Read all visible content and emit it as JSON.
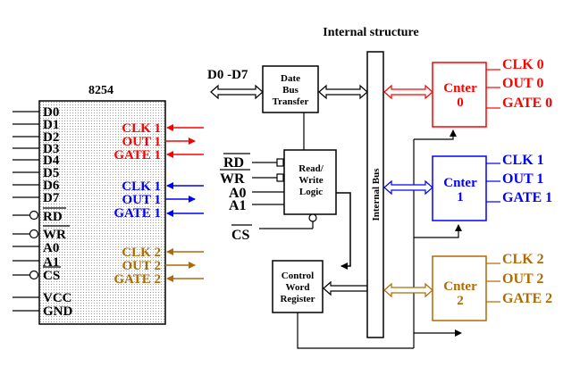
{
  "colors": {
    "black": "#000000",
    "red": "#ff0000",
    "blue": "#0000ff",
    "brown": "#b06a00"
  },
  "title": "Internal structure",
  "chip": {
    "name": "8254",
    "pins": [
      "D0",
      "D1",
      "D2",
      "D3",
      "D4",
      "D5",
      "D6",
      "D7",
      "RD",
      "WR",
      "A0",
      "A1",
      "CS",
      "VCC",
      "GND"
    ],
    "counter_labels": [
      {
        "clk": "CLK 1",
        "out": "OUT 1",
        "gate": "GATE 1"
      },
      {
        "clk": "CLK 1",
        "out": "OUT 1",
        "gate": "GATE 1"
      },
      {
        "clk": "CLK 2",
        "out": "OUT 2",
        "gate": "GATE 2"
      }
    ]
  },
  "blocks": {
    "data_bus": {
      "lines": [
        "Date",
        "Bus",
        "Transfer"
      ],
      "left_label": "D0 -D7"
    },
    "rw_logic": {
      "lines": [
        "Read/",
        "Write",
        "Logic"
      ]
    },
    "control_word": {
      "lines": [
        "Control",
        "Word",
        "Register"
      ]
    },
    "internal_bus": "Internal Bus"
  },
  "rw_inputs": [
    "RD",
    "WR",
    "A0",
    "A1"
  ],
  "cs_label": "CS",
  "counters": [
    {
      "name": "Cnter",
      "num": "0",
      "clk": "CLK 0",
      "out": "OUT 0",
      "gate": "GATE 0"
    },
    {
      "name": "Cnter",
      "num": "1",
      "clk": "CLK 1",
      "out": "OUT 1",
      "gate": "GATE 1"
    },
    {
      "name": "Cnter",
      "num": "2",
      "clk": "CLK 2",
      "out": "OUT 2",
      "gate": "GATE 2"
    }
  ]
}
